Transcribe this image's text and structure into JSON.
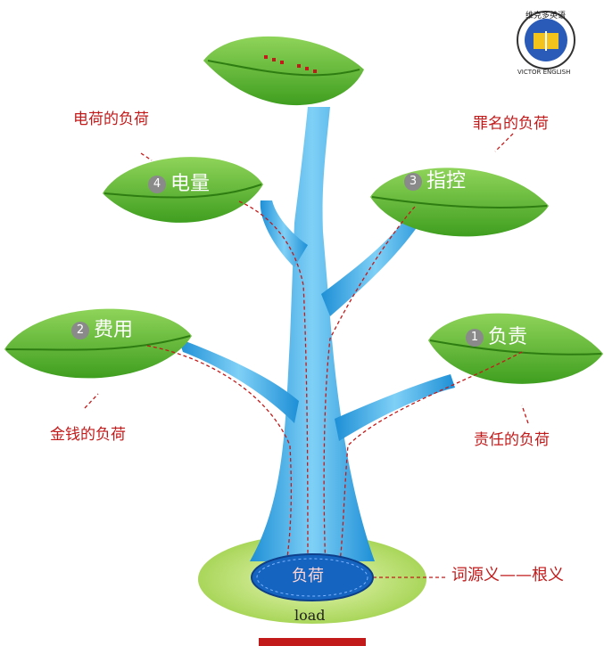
{
  "logo": {
    "top_text": "维克多英语",
    "ring_text": "VICTOR ENGLISH"
  },
  "top_leaf": {
    "dots": "... ..."
  },
  "branches": [
    {
      "num": "1",
      "word": "负责",
      "meaning": "责任的负荷"
    },
    {
      "num": "2",
      "word": "费用",
      "meaning": "金钱的负荷"
    },
    {
      "num": "3",
      "word": "指控",
      "meaning": "罪名的负荷"
    },
    {
      "num": "4",
      "word": "电量",
      "meaning": "电荷的负荷"
    }
  ],
  "root": {
    "word": "负荷",
    "english": "load",
    "note": "词源义——根义"
  },
  "colors": {
    "leaf": "#5ab92e",
    "trunk": "#3ea7e4",
    "annotation": "#c21a1a",
    "ground": "#c6e57a"
  }
}
